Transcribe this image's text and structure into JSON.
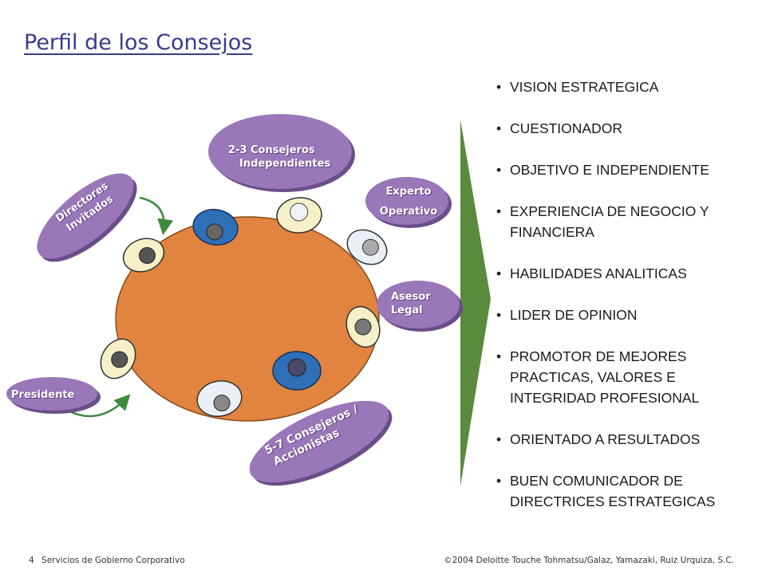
{
  "title": "Perfil de los Consejos",
  "diagram": {
    "independientes": [
      "2-3 Consejeros",
      "Independientes"
    ],
    "directores": [
      "Directores",
      "Invitados"
    ],
    "experto": [
      "Experto",
      "Operativo"
    ],
    "asesor": [
      "Asesor",
      "Legal"
    ],
    "presidente": "Presidente",
    "accionistas": [
      "5-7 Consejeros /",
      "Accionistas"
    ]
  },
  "profile_list": [
    "VISION ESTRATEGICA",
    "CUESTIONADOR",
    "OBJETIVO E INDEPENDIENTE",
    "EXPERIENCIA DE NEGOCIO Y FINANCIERA",
    "HABILIDADES ANALITICAS",
    "LIDER DE OPINION",
    "PROMOTOR DE MEJORES PRACTICAS, VALORES E INTEGRIDAD PROFESIONAL",
    "ORIENTADO A RESULTADOS",
    "BUEN COMUNICADOR DE DIRECTRICES ESTRATEGICAS"
  ],
  "footer": {
    "page_number": "4",
    "section": "Servicios de Gobierno Corporativo",
    "copyright": "©2004 Deloitte Touche Tohmatsu/Galaz, Yamazaki, Ruiz Urquiza, S.C."
  },
  "colors": {
    "title": "#3a3a8c",
    "table": "#e08440",
    "label_fill": "#9977b8",
    "arrow": "#5a8a3c"
  }
}
